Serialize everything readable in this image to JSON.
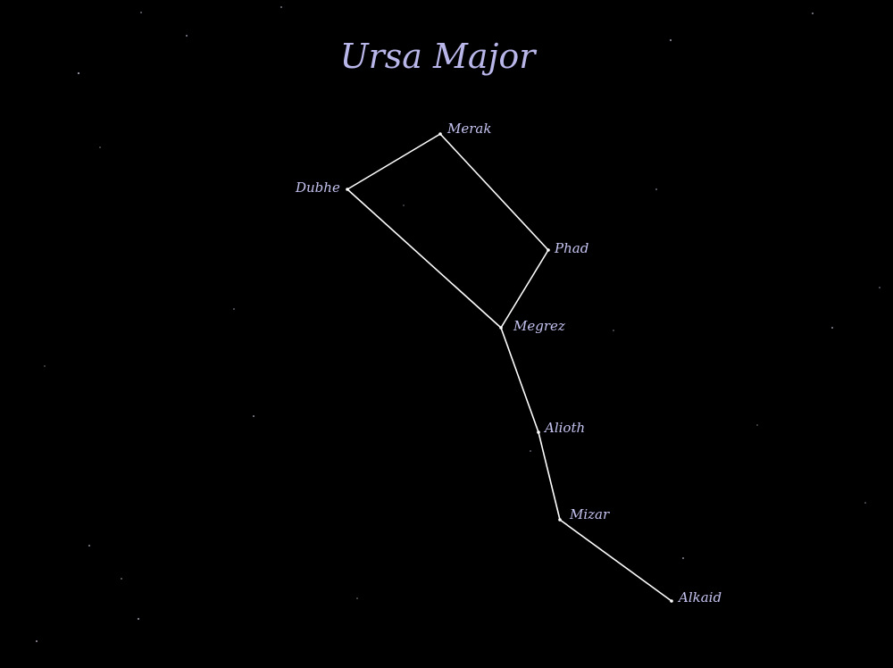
{
  "title": "Ursa Major",
  "colors": {
    "background": "#000000",
    "label": "#c4c3f0",
    "title": "#b9b6ea",
    "line": "#ffffff"
  },
  "stars": [
    {
      "id": "merak",
      "name": "Merak"
    },
    {
      "id": "dubhe",
      "name": "Dubhe"
    },
    {
      "id": "phad",
      "name": "Phad"
    },
    {
      "id": "megrez",
      "name": "Megrez"
    },
    {
      "id": "alioth",
      "name": "Alioth"
    },
    {
      "id": "mizar",
      "name": "Mizar"
    },
    {
      "id": "alkaid",
      "name": "Alkaid"
    }
  ],
  "connections": [
    [
      "dubhe",
      "merak"
    ],
    [
      "merak",
      "phad"
    ],
    [
      "phad",
      "megrez"
    ],
    [
      "megrez",
      "dubhe"
    ],
    [
      "megrez",
      "alioth"
    ],
    [
      "alioth",
      "mizar"
    ],
    [
      "mizar",
      "alkaid"
    ]
  ]
}
